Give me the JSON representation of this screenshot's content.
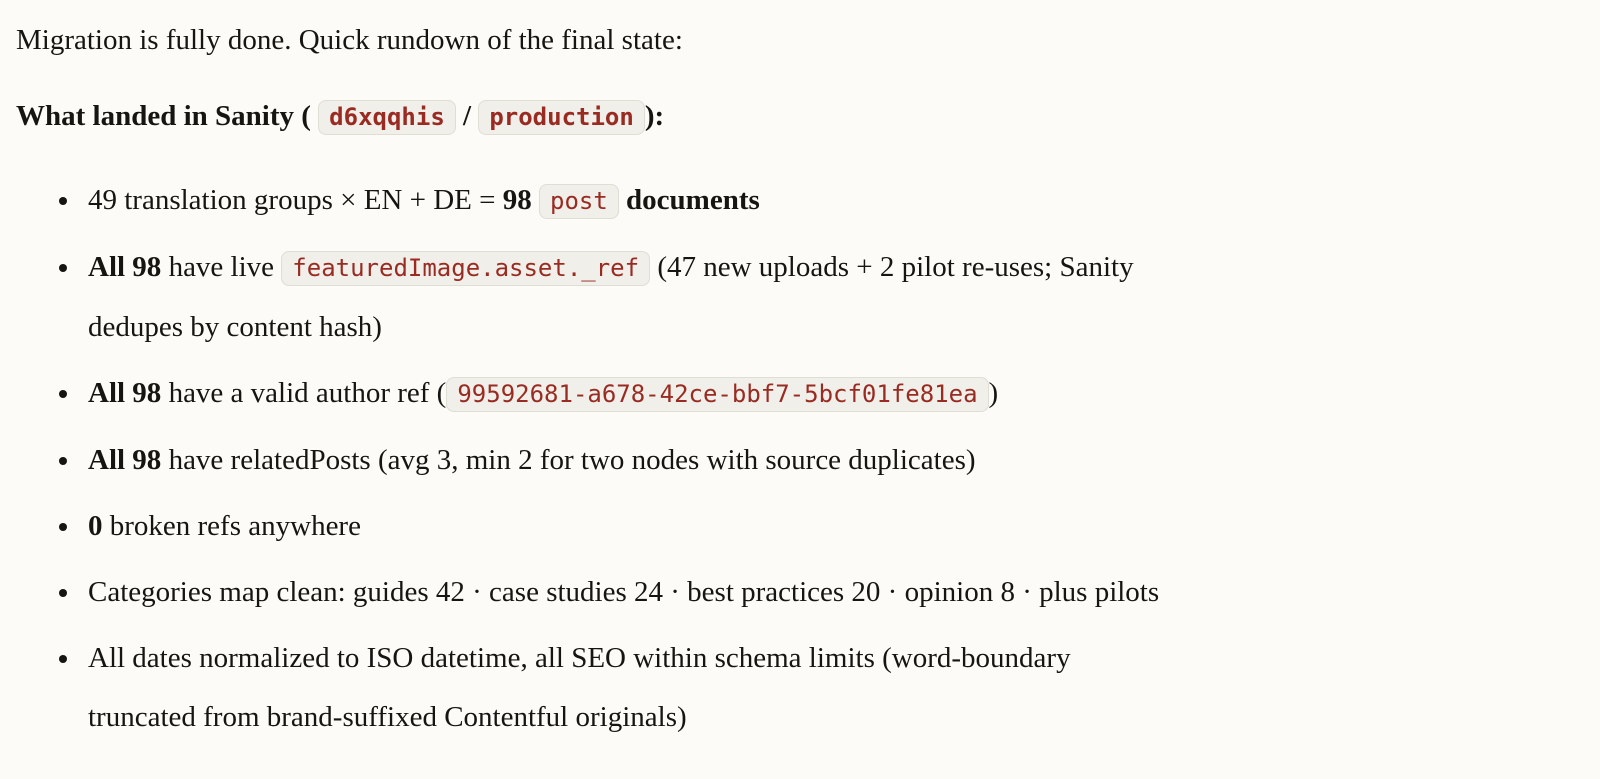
{
  "page": {
    "background_color": "#fcfbf8",
    "text_color": "#161512",
    "code_text_color": "#992b22",
    "code_chip_background": "#f0efe9",
    "code_chip_border": "#e0ddd3"
  },
  "content": {
    "intro": "Migration is fully done. Quick rundown of the final state:",
    "heading": {
      "pre": "What landed in Sanity (",
      "project_id": "d6xqqhis",
      "sep": " / ",
      "dataset": "production",
      "post": "):"
    },
    "bullets": [
      {
        "segments": [
          {
            "type": "text",
            "text": "49 translation groups × EN + DE = "
          },
          {
            "type": "bold",
            "text": "98"
          },
          {
            "type": "text",
            "text": " "
          },
          {
            "type": "code",
            "text": "post"
          },
          {
            "type": "bold",
            "text": " documents"
          }
        ]
      },
      {
        "segments": [
          {
            "type": "bold",
            "text": "All 98"
          },
          {
            "type": "text",
            "text": " have live "
          },
          {
            "type": "code",
            "text": "featuredImage.asset._ref"
          },
          {
            "type": "text",
            "text": " (47 new uploads + 2 pilot re-uses; Sanity"
          },
          {
            "type": "text",
            "text": "dedupes by content hash)"
          }
        ]
      },
      {
        "segments": [
          {
            "type": "bold",
            "text": "All 98"
          },
          {
            "type": "text",
            "text": " have a valid author ref ("
          },
          {
            "type": "code",
            "text": "99592681-a678-42ce-bbf7-5bcf01fe81ea"
          },
          {
            "type": "text",
            "text": ")"
          }
        ]
      },
      {
        "segments": [
          {
            "type": "bold",
            "text": "All 98"
          },
          {
            "type": "text",
            "text": " have relatedPosts (avg 3, min 2 for two nodes with source duplicates)"
          }
        ]
      },
      {
        "segments": [
          {
            "type": "bold",
            "text": "0"
          },
          {
            "type": "text",
            "text": " broken refs anywhere"
          }
        ]
      },
      {
        "segments": [
          {
            "type": "text",
            "text": "Categories map clean: guides 42 · case studies 24 · best practices 20 · opinion 8 · plus pilots"
          }
        ]
      },
      {
        "segments": [
          {
            "type": "text",
            "text": "All dates normalized to ISO datetime, all SEO within schema limits (word-boundary"
          },
          {
            "type": "text",
            "text": "truncated from brand-suffixed Contentful originals)"
          }
        ]
      }
    ]
  }
}
